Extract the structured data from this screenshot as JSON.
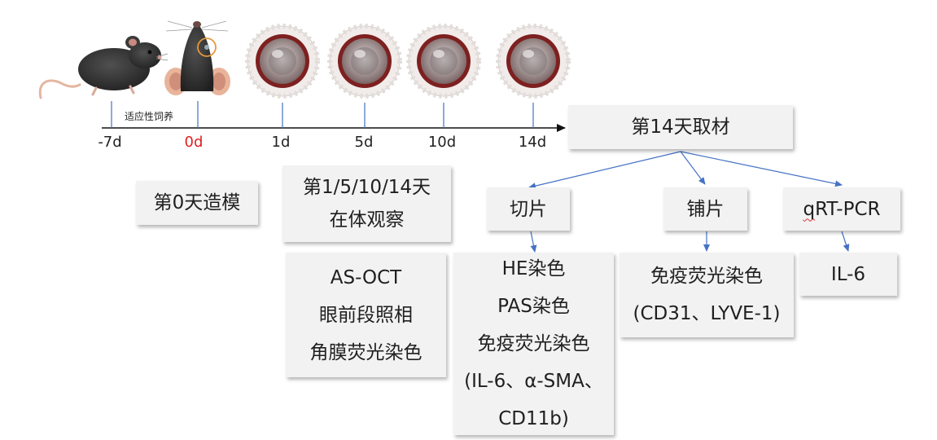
{
  "timeline": {
    "period_label": "适应性饲养",
    "ticks": [
      {
        "label": "-7d",
        "highlight": false
      },
      {
        "label": "0d",
        "highlight": true
      },
      {
        "label": "1d",
        "highlight": false
      },
      {
        "label": "5d",
        "highlight": false
      },
      {
        "label": "10d",
        "highlight": false
      },
      {
        "label": "14d",
        "highlight": false
      }
    ]
  },
  "boxes": {
    "day0_model": "第0天造模",
    "in_vivo": {
      "line1": "第1/5/10/14天",
      "line2": "在体观察"
    },
    "in_vivo_methods": {
      "line1": "AS-OCT",
      "line2": "眼前段照相",
      "line3": "角膜荧光染色"
    },
    "harvest": "第14天取材",
    "section": "切片",
    "section_methods": {
      "line1": "HE染色",
      "line2": "PAS染色",
      "line3": "免疫荧光染色",
      "line4": "(IL-6、α-SMA、",
      "line5": "CD11b)"
    },
    "flatmount": "铺片",
    "flatmount_methods": {
      "line1": "免疫荧光染色",
      "line2": "(CD31、LYVE-1)"
    },
    "qpcr": "qRT-PCR",
    "qpcr_methods": "IL-6"
  },
  "colors": {
    "arrow_blue": "#4472c4",
    "highlight_red": "#e02020",
    "box_fill": "#f2f2f2",
    "mouse_fur": "#3a3a3a",
    "eye_rim": "#8a2323"
  },
  "icons": [
    "mouse-icon",
    "mouse-head-icon",
    "eye-icon"
  ]
}
